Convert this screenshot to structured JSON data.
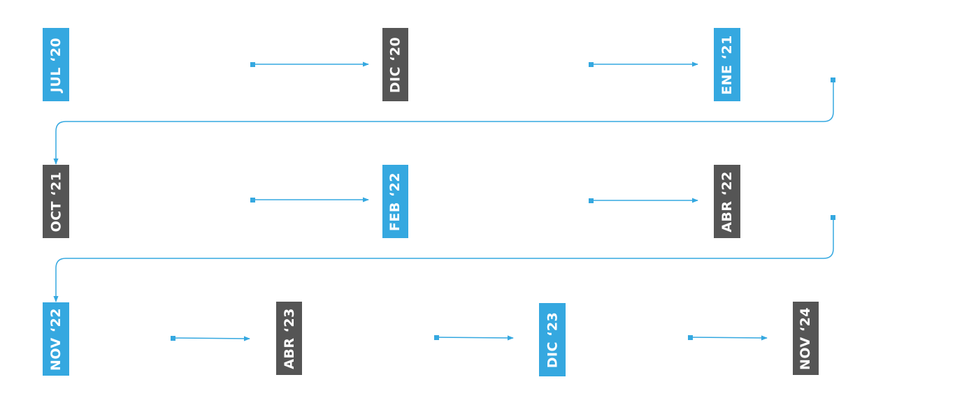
{
  "colors": {
    "accent": "#35a8e0",
    "dark": "#555555",
    "connector": "#35a8e0"
  },
  "timeline": {
    "milestones": [
      {
        "label": "JUL ‘20",
        "style": "accent"
      },
      {
        "label": "DIC ‘20",
        "style": "dark"
      },
      {
        "label": "ENE ‘21",
        "style": "accent"
      },
      {
        "label": "OCT ‘21",
        "style": "dark"
      },
      {
        "label": "FEB ‘22",
        "style": "accent"
      },
      {
        "label": "ABR ‘22",
        "style": "dark"
      },
      {
        "label": "NOV ‘22",
        "style": "accent"
      },
      {
        "label": "ABR ‘23",
        "style": "dark"
      },
      {
        "label": "DIC ‘23",
        "style": "accent"
      },
      {
        "label": "NOV ‘24",
        "style": "dark"
      }
    ]
  }
}
